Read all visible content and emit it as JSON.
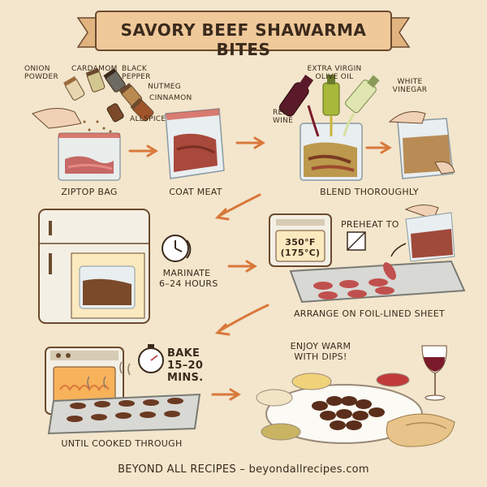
{
  "title": "SAVORY BEEF SHAWARMA BITES",
  "spices": {
    "onion": "ONION\nPOWDER",
    "cardamom": "CARDAMOM",
    "black_pepper": "BLACK\nPEPPER",
    "nutmeg": "NUTMEG",
    "cinnamon": "CINNAMON",
    "allspice": "ALLSPICE"
  },
  "liquids": {
    "olive_oil": "EXTRA VIRGIN\nOLIVE OIL",
    "vinegar": "WHITE\nVINEGAR",
    "wine": "RED\nWINE"
  },
  "steps": {
    "ziptop": "ZIPTOP BAG",
    "coat": "COAT MEAT",
    "blend": "BLEND THOROUGHLY",
    "marinate": "MARINATE\n6–24 HOURS",
    "preheat": "PREHEAT TO",
    "temp": "350°F\n(175°C)",
    "arrange": "ARRANGE ON FOIL-LINED SHEET",
    "bake": "BAKE\n15–20\nMINS.",
    "cooked": "UNTIL COOKED THROUGH",
    "enjoy": "ENJOY WARM\nWITH DIPS!"
  },
  "footer": "BEYOND ALL RECIPES – beyondallrecipes.com",
  "colors": {
    "background": "#f3e6cc",
    "banner": "#efc99a",
    "ink": "#3b2a1c",
    "arrow": "#d9783b",
    "meat": "#c0504d",
    "cooked_meat": "#6b3a22"
  }
}
